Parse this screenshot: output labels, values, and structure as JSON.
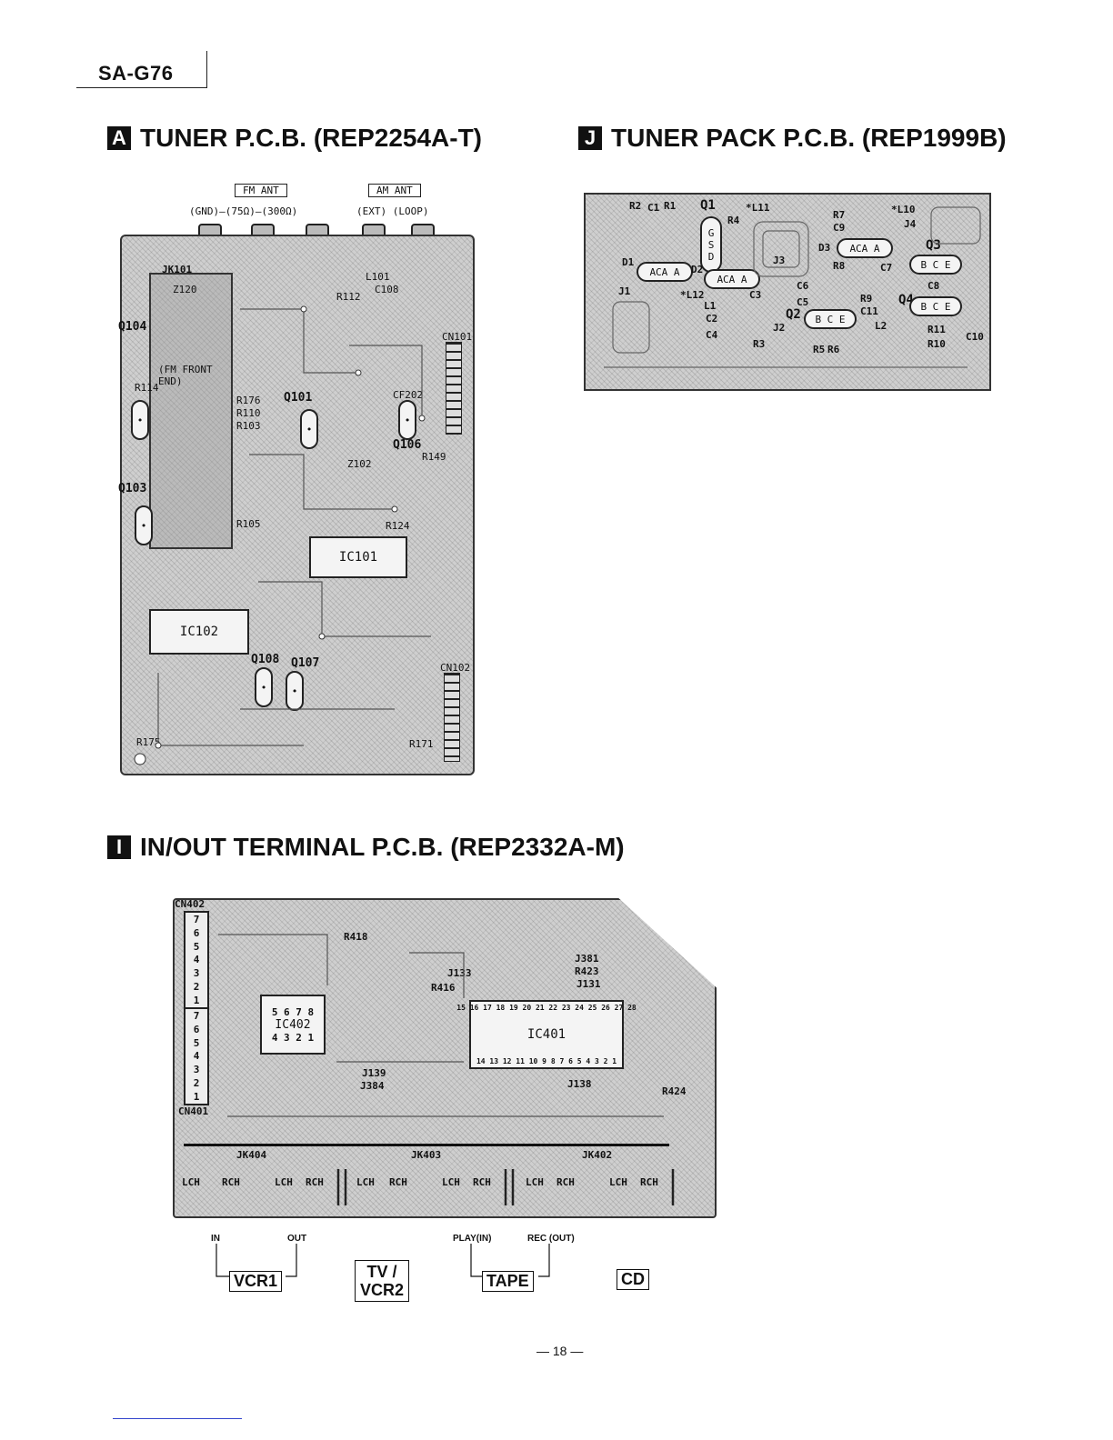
{
  "header": {
    "model": "SA-G76"
  },
  "sections": {
    "tuner": {
      "badge": "A",
      "title": "TUNER P.C.B. (REP2254A-T)"
    },
    "tuner_pack": {
      "badge": "J",
      "title": "TUNER PACK P.C.B. (REP1999B)"
    },
    "inout": {
      "badge": "I",
      "title": "IN/OUT TERMINAL P.C.B. (REP2332A-M)"
    }
  },
  "tuner_board": {
    "fm_ant": "FM ANT",
    "am_ant": "AM ANT",
    "ant_row": "(GND)—(75Ω)—(300Ω)",
    "am_row": "(EXT)  (LOOP)",
    "front_end": "(FM FRONT END)",
    "parts": {
      "jk101": "JK101",
      "z120": "Z120",
      "l101": "L101",
      "c108": "C108",
      "r112": "R112",
      "q104": "Q104",
      "q103": "Q103",
      "q101": "Q101",
      "q106": "Q106",
      "q107": "Q107",
      "q108": "Q108",
      "ic101": "IC101",
      "ic102": "IC102",
      "cn101": "CN101",
      "cn102": "CN102",
      "cf202": "CF202",
      "z102": "Z102",
      "r114": "R114",
      "r176": "R176",
      "r110": "R110",
      "r103": "R103",
      "r105": "R105",
      "r149": "R149",
      "r124": "R124",
      "r175": "R175",
      "r171": "R171"
    }
  },
  "tuner_pack_board": {
    "parts": {
      "r2": "R2",
      "c1": "C1",
      "r1": "R1",
      "q1": "Q1",
      "l11": "*L11",
      "r7": "R7",
      "l10": "*L10",
      "c9": "C9",
      "j4": "J4",
      "d3": "D3",
      "aca": "ACA A",
      "q3": "Q3",
      "r8": "R8",
      "c7": "C7",
      "d1": "D1",
      "d2": "D2",
      "l12": "*L12",
      "c6": "C6",
      "c8": "C8",
      "c5": "C5",
      "r9": "R9",
      "q4": "Q4",
      "q2": "Q2",
      "c11": "C11",
      "l2": "L2",
      "r11": "R11",
      "r10": "R10",
      "c10": "C10",
      "c2": "C2",
      "c4": "C4",
      "r3": "R3",
      "r5": "R5",
      "r6": "R6",
      "l1": "L1",
      "j1": "J1",
      "j2": "J2",
      "j3": "J3",
      "r4": "R4",
      "c3": "C3",
      "bce": "B C E",
      "gsd": [
        "G",
        "S",
        "D"
      ]
    }
  },
  "inout_board": {
    "parts": {
      "cn402": "CN402",
      "cn401": "CN401",
      "ic402": "IC402",
      "ic401": "IC401",
      "jk404": "JK404",
      "jk403": "JK403",
      "jk402": "JK402",
      "r418": "R418",
      "j381": "J381",
      "r423": "R423",
      "j131": "J131",
      "j133": "J133",
      "r416": "R416",
      "j139": "J139",
      "j384": "J384",
      "j138": "J138",
      "r424": "R424"
    },
    "channels": [
      "LCH",
      "RCH",
      "LCH",
      "RCH",
      "LCH",
      "RCH",
      "LCH",
      "RCH",
      "LCH",
      "RCH",
      "LCH",
      "RCH"
    ],
    "cn402_pins": [
      "7",
      "6",
      "5",
      "4",
      "3",
      "2",
      "1"
    ],
    "cn401_pins": [
      "7",
      "6",
      "5",
      "4",
      "3",
      "2",
      "1"
    ],
    "ic402_top": "5 6 7 8",
    "ic402_bottom": "4 3 2 1",
    "ic401_top": "15 16 17 18 19 20 21 22 23 24 25 26 27 28",
    "ic401_bottom": "14 13 12 11 10 9 8 7 6 5 4 3 2 1"
  },
  "connectors": {
    "in": "IN",
    "out": "OUT",
    "play_in": "PLAY(IN)",
    "rec_out": "REC (OUT)",
    "vcr1": "VCR1",
    "tv_vcr2_line1": "TV /",
    "tv_vcr2_line2": "VCR2",
    "tape": "TAPE",
    "cd": "CD"
  },
  "footer": {
    "page": "— 18 —"
  }
}
